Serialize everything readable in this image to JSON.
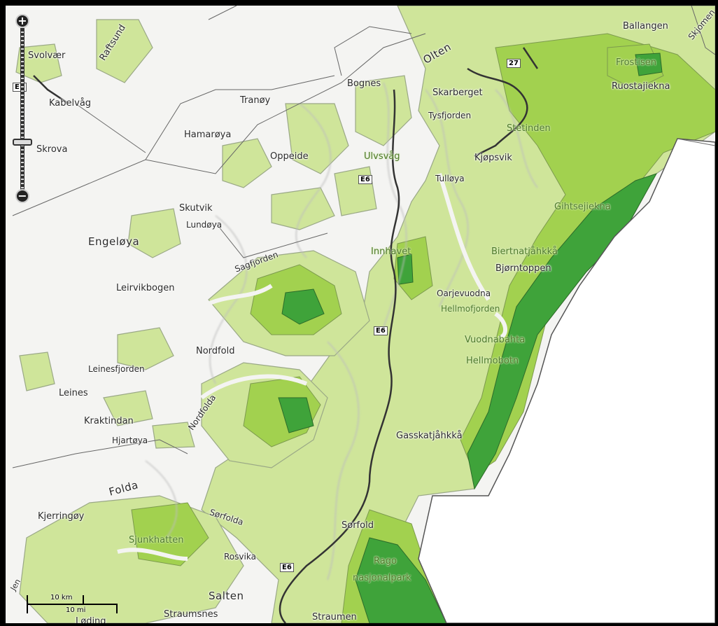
{
  "controls": {
    "zoom_in": "+",
    "zoom_out": "−"
  },
  "scale": {
    "km": "10 km",
    "mi": "10 mi"
  },
  "roads": [
    "27",
    "E6",
    "E6",
    "E6",
    "E1"
  ],
  "places": {
    "svolvaer": "Svolvær",
    "raftsundet": "Raftsund",
    "kabelvag": "Kabelvåg",
    "skrova": "Skrova",
    "tranoy": "Tranøy",
    "hamaroya": "Hamarøya",
    "oppeide": "Oppeide",
    "bognes": "Bognes",
    "oloten": "Olten",
    "skarberget": "Skarberget",
    "tysfjorden": "Tysfjorden",
    "kjopsvik": "Kjøpsvik",
    "ulvsvag": "Ulvsvåg",
    "tulloya": "Tulløya",
    "skutvik": "Skutvik",
    "lundoya": "Lundøya",
    "engeloya": "Engeløya",
    "sagfjorden": "Sagfjorden",
    "innhavet": "Innhavet",
    "leirvikbogen": "Leirvikbogen",
    "nordfold": "Nordfold",
    "leinesfjorden": "Leinesfjorden",
    "leines": "Leines",
    "kraktindan": "Kraktindan",
    "hjartoya": "Hjartøya",
    "nordfolda": "Nordfolda",
    "folda": "Folda",
    "kjerringoy": "Kjerringøy",
    "sjunkhatten": "Sjunkhatten",
    "sorfolda": "Sørfolda",
    "rosvika": "Rosvika",
    "salten": "Salten",
    "straumsnes": "Straumsnes",
    "straumen": "Straumen",
    "loding": "Løding",
    "jen": "Jen",
    "sorfold": "Sørfold",
    "rago": "Rago",
    "nasjonalpark": "nasjonalpark",
    "gasskatjahkka": "Gasskatjåhkkå",
    "oarjevuodna": "Oarjevuodna",
    "hellmofjorden": "Hellmofjorden",
    "vuodnabahta": "Vuodnabahta",
    "hellmobotn": "Hellmobotn",
    "bjorntoppen": "Bjørntoppen",
    "biertnatjahkka": "Biertnatjåhkkå",
    "gihtsejiekna": "Gihtsejiekna",
    "statinden": "Stetinden",
    "ruostajiekna": "Ruostajiekna",
    "frostisen": "Frostisen",
    "ballangen": "Ballangen",
    "skjomen": "Skjomen"
  },
  "colors": {
    "background": "#f4f4f2",
    "outside": "#ffffff",
    "light_green": "#cfe59a",
    "mid_green": "#a2d14f",
    "dark_green": "#3fa33a",
    "relief": "#c9c9c9",
    "border": "#555555"
  }
}
